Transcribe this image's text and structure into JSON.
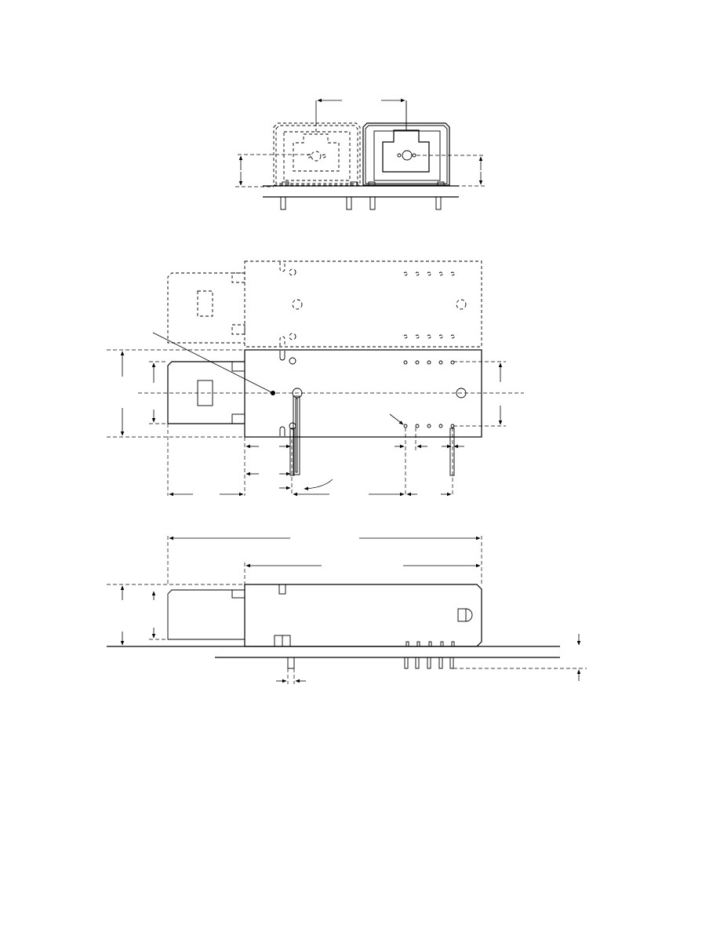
{
  "drawing": {
    "views": [
      "front-view",
      "top-view",
      "side-view"
    ],
    "line_color": "#000000",
    "background": "#ffffff"
  }
}
